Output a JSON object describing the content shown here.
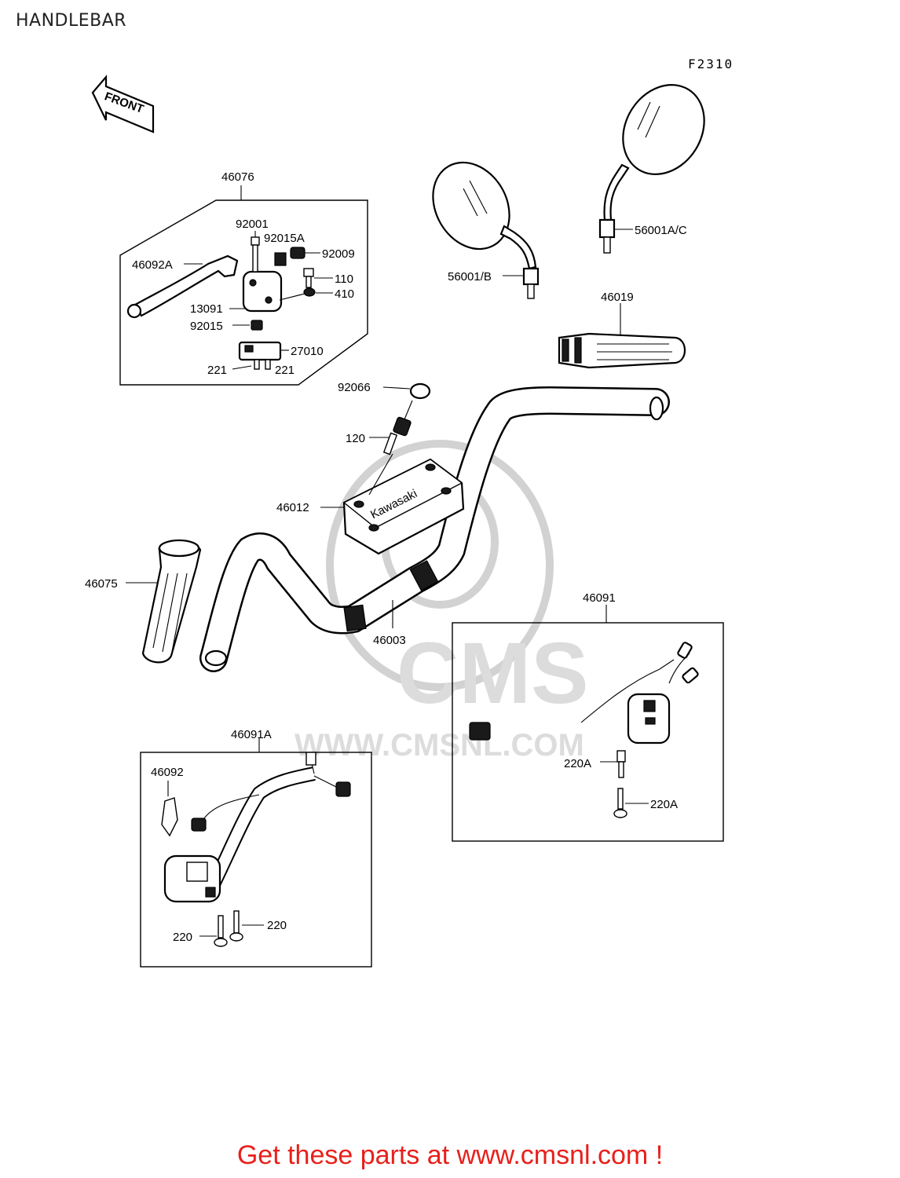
{
  "page": {
    "title": "HANDLEBAR",
    "figure_code": "F2310"
  },
  "front_arrow": {
    "label": "FRONT"
  },
  "watermark": {
    "main": "CMS",
    "url": "WWW.CMSNL.COM"
  },
  "parts": {
    "p46076": "46076",
    "p92001": "92001",
    "p92015A": "92015A",
    "p92009": "92009",
    "p46092A": "46092A",
    "p110": "110",
    "p410": "410",
    "p13091": "13091",
    "p92015": "92015",
    "p27010": "27010",
    "p221a": "221",
    "p221b": "221",
    "p56001AC": "56001A/C",
    "p56001B": "56001/B",
    "p46019": "46019",
    "p92066": "92066",
    "p120": "120",
    "p46012": "46012",
    "p46075": "46075",
    "p46003": "46003",
    "p46091": "46091",
    "p220Aa": "220A",
    "p220Ab": "220A",
    "p46091A": "46091A",
    "p46092": "46092",
    "p220a": "220",
    "p220b": "220"
  },
  "clamp_brand": "Kawasaki",
  "footer": {
    "text": "Get these parts at www.cmsnl.com !"
  }
}
